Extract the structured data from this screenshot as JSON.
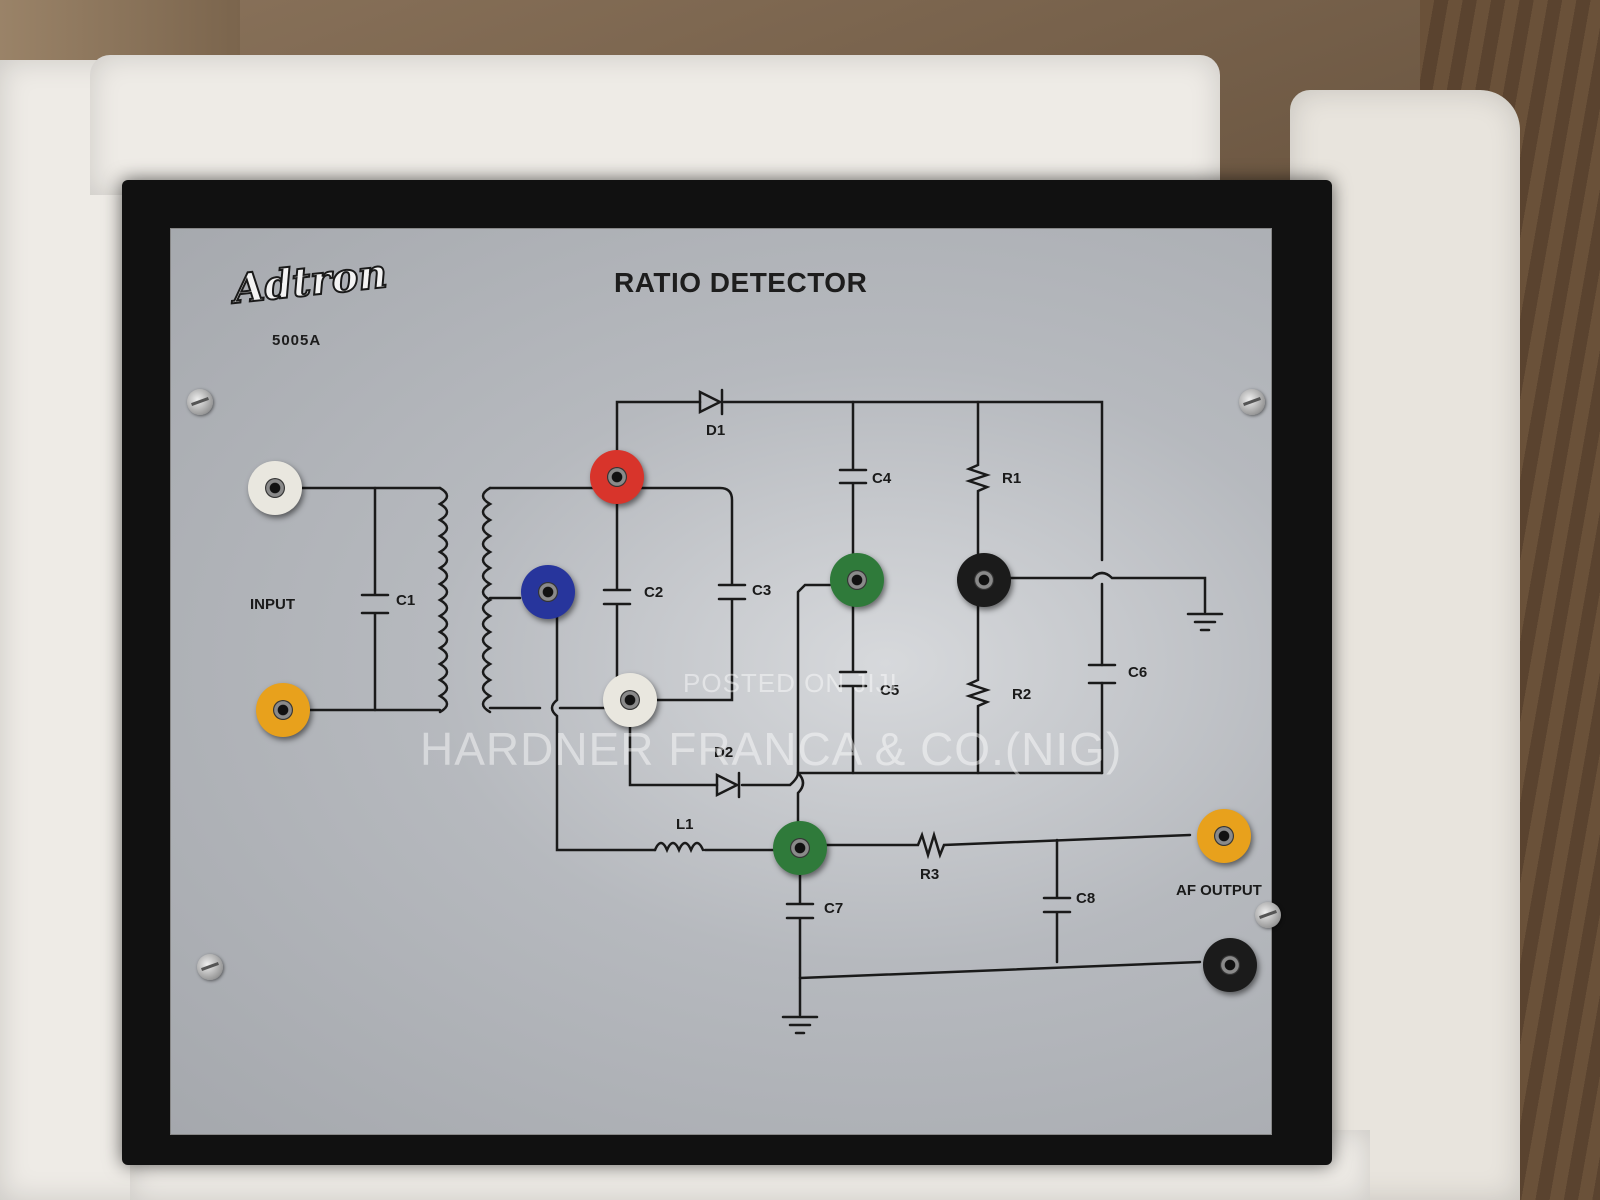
{
  "panel": {
    "brand": "Adtron",
    "model": "5005A",
    "title": "RATIO DETECTOR"
  },
  "labels": {
    "input": "INPUT",
    "c1": "C1",
    "c2": "C2",
    "c3": "C3",
    "c4": "C4",
    "c5": "C5",
    "c6": "C6",
    "c7": "C7",
    "c8": "C8",
    "d1": "D1",
    "d2": "D2",
    "r1": "R1",
    "r2": "R2",
    "r3": "R3",
    "l1": "L1",
    "af_output": "AF OUTPUT"
  },
  "watermark": {
    "line1": "POSTED ON JIJI",
    "line2": "HARDNER FRANCA & CO.(NIG)"
  },
  "colors": {
    "jack_white": "#e9e7df",
    "jack_orange": "#e8a11c",
    "jack_red": "#d8342b",
    "jack_blue": "#27359c",
    "jack_green": "#2f7a3a",
    "jack_black": "#1b1b1b"
  }
}
